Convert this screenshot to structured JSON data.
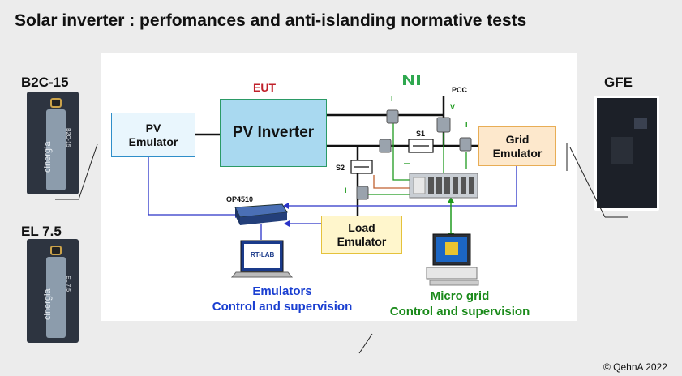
{
  "title": "Solar inverter : perfomances and anti-islanding normative tests",
  "left_devices": [
    {
      "label": "B2C-15",
      "brand": "cinergia",
      "model": "B2C-15"
    },
    {
      "label": "EL 7.5",
      "brand": "cinergia",
      "model": "EL 7.5"
    }
  ],
  "right_device": {
    "label": "GFE"
  },
  "diagram": {
    "eut_label": "EUT",
    "pv_emulator": "PV\nEmulator",
    "pv_inverter": "PV Inverter",
    "grid_emulator": "Grid\nEmulator",
    "load_emulator": "Load\nEmulator",
    "pcc_label": "PCC",
    "op_label": "OP4510",
    "rtlab_label": "RT-LAB",
    "s1_label": "S1",
    "s2_label": "S2",
    "i_label": "I",
    "v_label": "V"
  },
  "captions": {
    "emulators_line1": "Emulators",
    "emulators_line2": "Control and supervision",
    "microgrid_line1": "Micro grid",
    "microgrid_line2": "Control and supervision"
  },
  "copyright": "© QehnA 2022",
  "colors": {
    "blue_link": "#2a33c8",
    "green_link": "#1f9a1f",
    "power_line": "#111111",
    "eut_red": "#c0202a"
  }
}
